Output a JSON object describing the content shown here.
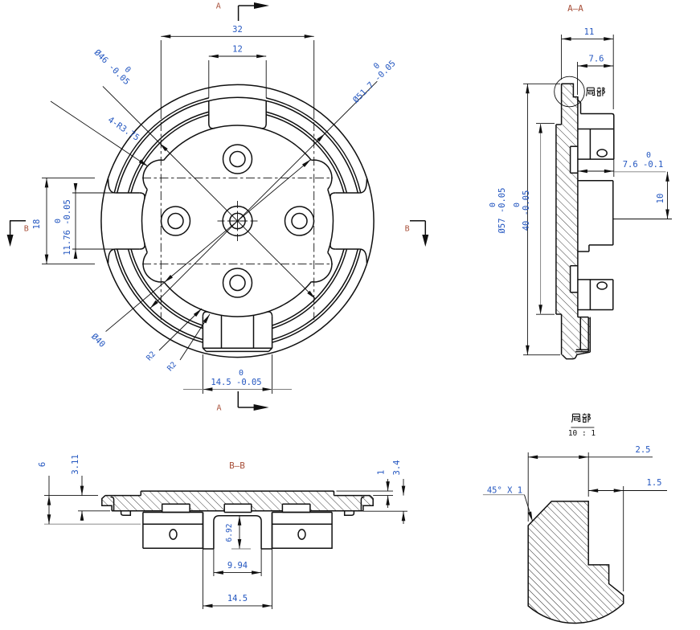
{
  "drawing_type": "mechanical engineering CAD drawing (GB style), rotor end-plate with 4 holes",
  "colors": {
    "line": "#101010",
    "dim_line": "#7d7d7d",
    "dim_text": "#2356c0",
    "view_label": "#a8503a"
  },
  "front_view": {
    "section_marks": {
      "top_letter": "A",
      "bottom_letter": "A",
      "left_letter": "B",
      "right_letter": "B"
    },
    "dims": {
      "width_across_lobes": "32",
      "top_slot_width": "12",
      "lobe_vertical_spacing": "18",
      "side_slot_height": {
        "tol_top": "0",
        "text": "11.76 -0.05"
      },
      "bottom_slot_width": {
        "tol_top": "0",
        "text": "14.5 -0.05"
      },
      "dia_46": {
        "tol_top": "0",
        "text": "Ø46 -0.05"
      },
      "dia_51_7": {
        "tol_top": "0",
        "text": "Ø51.7 -0.05"
      },
      "dia_40": "Ø40",
      "lobe_radius": "4-R3.75",
      "fillet_1": "R2",
      "fillet_2": "R2"
    }
  },
  "section_aa": {
    "title": "A—A",
    "callout_label": "局部",
    "dims": {
      "total_thickness": "11",
      "boss_depth": "7.6",
      "recess_depth": {
        "tol_top": "0",
        "text": "7.6 -0.1"
      },
      "recess_radius": "10",
      "outer_dia": {
        "tol_top": "0",
        "text": "Ø57 -0.05"
      },
      "plate_dia": {
        "tol_top": "0",
        "text": "40 -0.05"
      }
    }
  },
  "section_bb": {
    "title": "B—B",
    "dims": {
      "left_step": "6",
      "left_thickness": "3.11",
      "right_lip": "1",
      "right_thickness": "3.4",
      "hub_recess_depth": "6.92",
      "hub_recess_width": "9.94",
      "hub_width": "14.5"
    }
  },
  "detail_view": {
    "title": "局部",
    "scale": "10 : 1",
    "dims": {
      "land_width": "2.5",
      "step_width": "1.5",
      "chamfer": "45° X 1"
    }
  }
}
